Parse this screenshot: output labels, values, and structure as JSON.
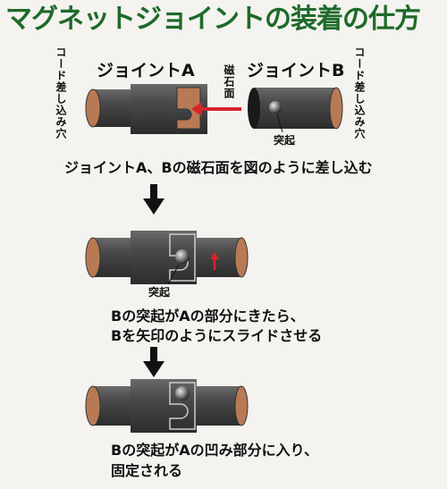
{
  "title": "マグネットジョイントの装着の仕方",
  "cord_hole_left": "コード差し込み穴",
  "cord_hole_right": "コード差し込み穴",
  "joint_a": "ジョイントA",
  "joint_b": "ジョイントB",
  "magnet_face": "磁石面",
  "protrusion_1": "突起",
  "protrusion_2": "突起",
  "step1": "ジョイントA、Bの磁石面を図のように差し込む",
  "step2_line1": "Bの突起がAの部分にきたら、",
  "step2_line2": "Bを矢印のようにスライドさせる",
  "step3_line1": "Bの突起がAの凹み部分に入り、",
  "step3_line2": "固定される",
  "colors": {
    "title": "#1e6a2a",
    "arrow_red": "#d8242a",
    "cylinder": "#3a3a3a",
    "wood": "#b87a55"
  }
}
